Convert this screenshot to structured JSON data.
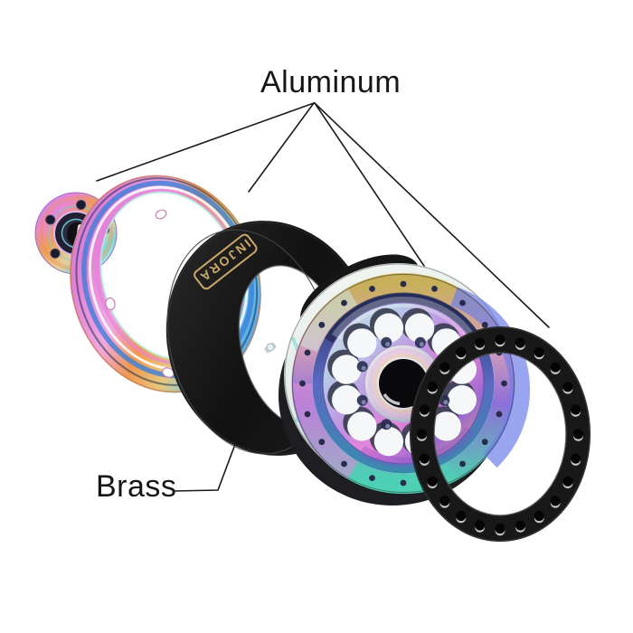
{
  "annotations": {
    "aluminum_label": "Aluminum",
    "brass_label": "Brass"
  },
  "badge": {
    "brand": "INJORA",
    "color": "#c9a769"
  },
  "parts": [
    {
      "name": "hex-hub",
      "material": "Aluminum",
      "finish": "neochrome-rainbow"
    },
    {
      "name": "beadlock-inner-ring",
      "material": "Aluminum",
      "finish": "neochrome-rainbow"
    },
    {
      "name": "internal-weight-ring",
      "material": "Brass",
      "finish": "black",
      "badge": "INJORA"
    },
    {
      "name": "wheel-main-body",
      "material": "Aluminum",
      "finish": "neochrome-rainbow"
    },
    {
      "name": "beadlock-outer-ring",
      "material": "Aluminum",
      "finish": "black"
    }
  ],
  "colors": {
    "background": "#ffffff",
    "text": "#161616",
    "leader_line": "#1a1a1a",
    "black_part": "#141414",
    "badge_gold": "#c9a769",
    "neochrome_palette": [
      "#4fd8c9",
      "#4f9fe8",
      "#8f5fd8",
      "#e070d8",
      "#f09050",
      "#e8c080"
    ]
  }
}
